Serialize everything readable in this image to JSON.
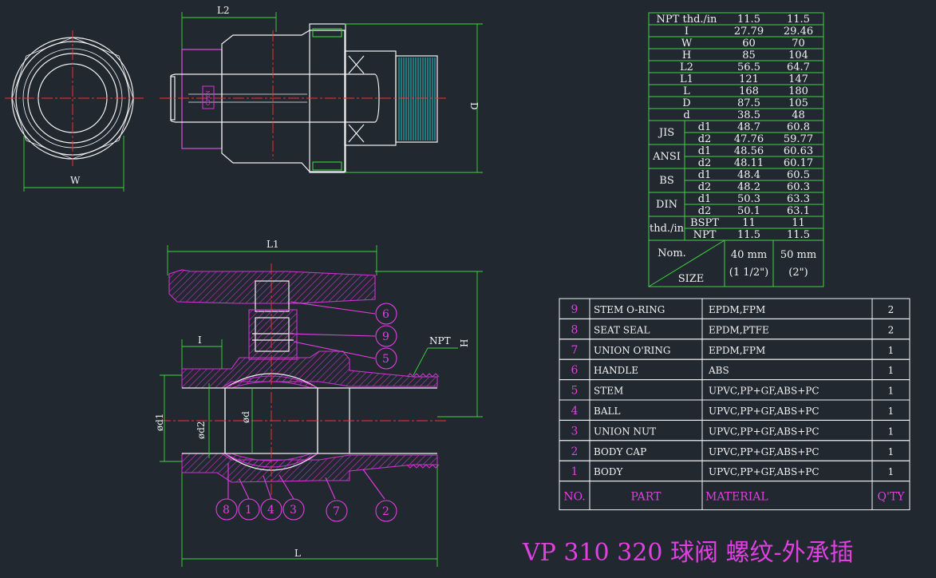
{
  "title": "VP 310 320 球阀 螺纹-外承插",
  "dimensions": {
    "header": [
      "NPT thd./in",
      "11.5",
      "11.5"
    ],
    "rows": [
      [
        "I",
        "27.79",
        "29.46"
      ],
      [
        "W",
        "60",
        "70"
      ],
      [
        "H",
        "85",
        "104"
      ],
      [
        "L2",
        "56.5",
        "64.7"
      ],
      [
        "L1",
        "121",
        "147"
      ],
      [
        "L",
        "168",
        "180"
      ],
      [
        "D",
        "87.5",
        "105"
      ],
      [
        "d",
        "38.5",
        "48"
      ]
    ],
    "groups": [
      {
        "name": "JIS",
        "rows": [
          [
            "d1",
            "48.7",
            "60.8"
          ],
          [
            "d2",
            "47.76",
            "59.77"
          ]
        ]
      },
      {
        "name": "ANSI",
        "rows": [
          [
            "d1",
            "48.56",
            "60.63"
          ],
          [
            "d2",
            "48.11",
            "60.17"
          ]
        ]
      },
      {
        "name": "BS",
        "rows": [
          [
            "d1",
            "48.4",
            "60.5"
          ],
          [
            "d2",
            "48.2",
            "60.3"
          ]
        ]
      },
      {
        "name": "DIN",
        "rows": [
          [
            "d1",
            "50.3",
            "63.3"
          ],
          [
            "d2",
            "50.1",
            "63.1"
          ]
        ]
      }
    ],
    "thd": {
      "name": "thd./in",
      "rows": [
        [
          "BSPT",
          "11",
          "11"
        ],
        [
          "NPT",
          "11.5",
          "11.5"
        ]
      ]
    },
    "size": {
      "nom": "Nom.",
      "size": "SIZE",
      "col1": [
        "40 mm",
        "(1 1/2\")"
      ],
      "col2": [
        "50 mm",
        "(2\")"
      ]
    }
  },
  "parts": {
    "rows": [
      {
        "no": "9",
        "part": "STEM O-RING",
        "material": "EPDM,FPM",
        "qty": "2"
      },
      {
        "no": "8",
        "part": "SEAT SEAL",
        "material": "EPDM,PTFE",
        "qty": "2"
      },
      {
        "no": "7",
        "part": "UNION O'RING",
        "material": "EPDM,FPM",
        "qty": "1"
      },
      {
        "no": "6",
        "part": "HANDLE",
        "material": "ABS",
        "qty": "1"
      },
      {
        "no": "5",
        "part": "STEM",
        "material": "UPVC,PP+GF,ABS+PC",
        "qty": "1"
      },
      {
        "no": "4",
        "part": "BALL",
        "material": "UPVC,PP+GF,ABS+PC",
        "qty": "1"
      },
      {
        "no": "3",
        "part": "UNION NUT",
        "material": "UPVC,PP+GF,ABS+PC",
        "qty": "1"
      },
      {
        "no": "2",
        "part": "BODY CAP",
        "material": "UPVC,PP+GF,ABS+PC",
        "qty": "1"
      },
      {
        "no": "1",
        "part": "BODY",
        "material": "UPVC,PP+GF,ABS+PC",
        "qty": "1"
      }
    ],
    "footer": {
      "no": "NO.",
      "part": "PART",
      "material": "MATERIAL",
      "qty": "Q'TY"
    }
  },
  "labels": {
    "W": "W",
    "L2": "L2",
    "D": "D",
    "L1": "L1",
    "L": "L",
    "H": "H",
    "I": "I",
    "NPT": "NPT",
    "d1": "ød1",
    "d2": "ød2",
    "d": "ød",
    "handle_text": "OPEN"
  },
  "balloons": {
    "b6": "6",
    "b9": "9",
    "b5": "5",
    "b8": "8",
    "b1": "1",
    "b4": "4",
    "b3": "3",
    "b7": "7",
    "b2": "2"
  },
  "colors": {
    "background": "#212830",
    "outline": "#f2f2f2",
    "dimension": "#3ed43e",
    "centerline": "#ff3030",
    "section": "#cc33cc",
    "thread": "#26c6c6"
  }
}
